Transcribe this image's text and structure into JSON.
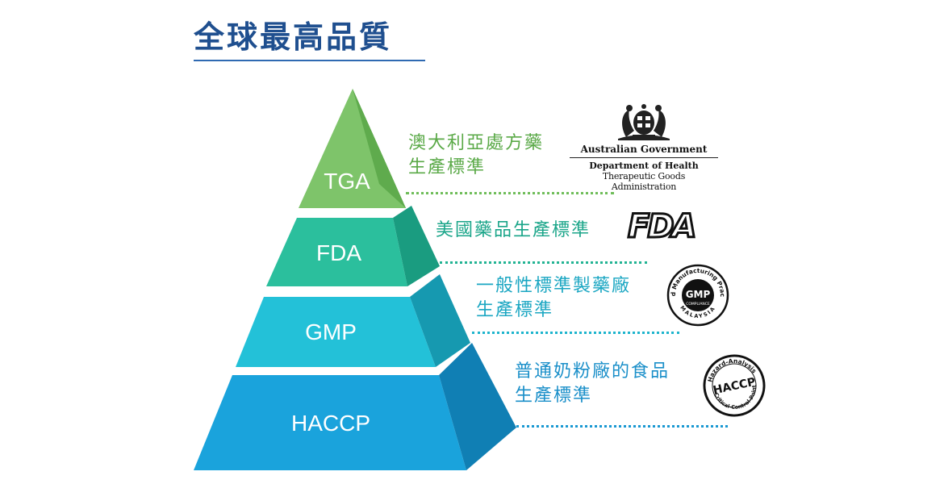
{
  "header": {
    "title": "全球最高品質"
  },
  "pyramid": {
    "tiers": [
      {
        "label": "TGA",
        "description_lines": [
          "澳大利亞處方藥",
          "生產標準"
        ]
      },
      {
        "label": "FDA",
        "description_lines": [
          "美國藥品生產標準"
        ]
      },
      {
        "label": "GMP",
        "description_lines": [
          "一般性標準製藥廠",
          "生產標準"
        ]
      },
      {
        "label": "HACCP",
        "description_lines": [
          "普通奶粉廠的食品",
          "生產標準"
        ]
      }
    ]
  },
  "logos": {
    "tga": {
      "line1": "Australian Government",
      "line2": "Department of Health",
      "line3": "Therapeutic Goods Administration"
    },
    "fda": {
      "text": "FDA"
    },
    "gmp": {
      "center": "GMP",
      "ring_top": "Good Manufacturing Practice",
      "sub": "COMPLIANCE",
      "ring_bottom": "MALAYSIA"
    },
    "haccp": {
      "center": "HACCP",
      "ring_top": "Hazard-Analysis",
      "ring_bottom": "Critical-Control-Point"
    }
  },
  "colors": {
    "title": "#1f4f8f",
    "tga_front": "#7ec46a",
    "tga_side": "#5fab4d",
    "tga_text": "#5aa947",
    "fda_front": "#2bbf9d",
    "fda_side": "#1a9c80",
    "fda_text": "#1aa589",
    "gmp_front": "#23c1d8",
    "gmp_side": "#1699b0",
    "gmp_text": "#1aa6c2",
    "haccp_front": "#1aa3dc",
    "haccp_side": "#107fb4",
    "haccp_text": "#1a8fc9"
  }
}
